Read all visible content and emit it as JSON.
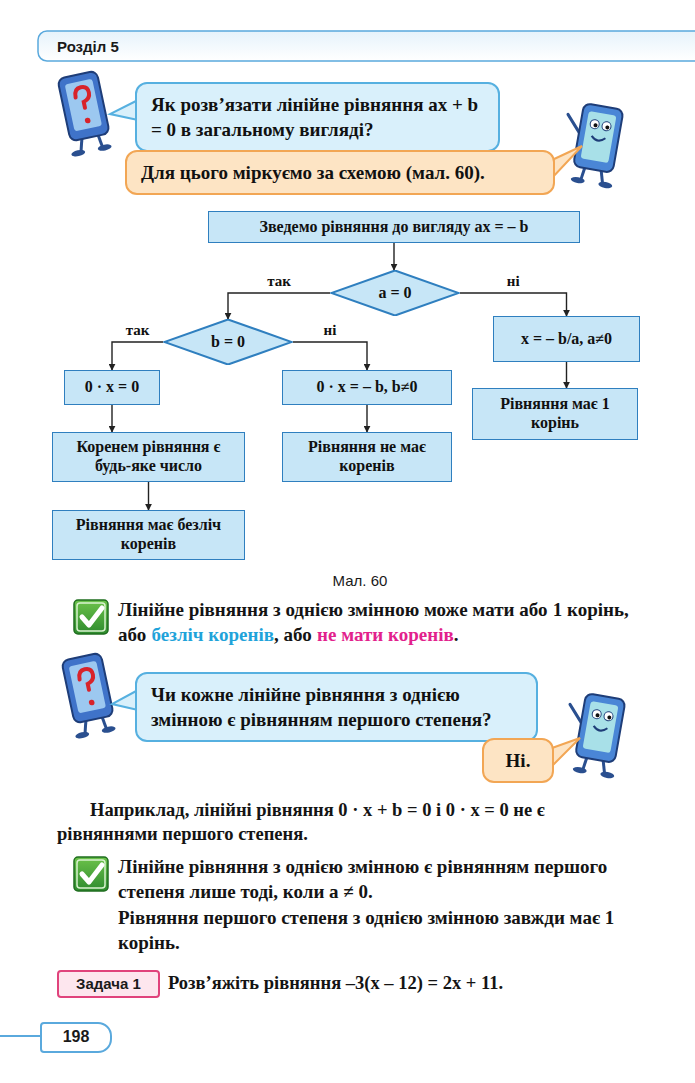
{
  "diagram": {
    "caption": "Мал. 60",
    "nodes": [
      {
        "text": [
          "Як розв’язати лінійне рівняння ax + b = 0 в загальному вигляді?"
        ]
      },
      {
        "text": [
          "Для цього міркуємо за схемою (мал. 60)."
        ]
      },
      {
        "text": [
          "Зведемо рівняння до вигляду ax = – b"
        ]
      },
      {
        "text": [
          "a = 0"
        ]
      },
      {
        "text": [
          "b = 0"
        ]
      },
      {
        "text": [
          "x = – b/a, a≠0"
        ]
      },
      {
        "text": [
          "0 · x = 0"
        ]
      },
      {
        "text": [
          "0 · x = – b, b≠0"
        ]
      },
      {
        "text": [
          "Рівняння має 1 корінь"
        ]
      },
      {
        "text": [
          "Коренем рівняння є будь-яке число"
        ]
      },
      {
        "text": [
          "Рівняння не має коренів"
        ]
      },
      {
        "text": [
          "Рівняння має безліч коренів"
        ]
      },
      {
        "text": [
          "Чи кожне лінійне рівняння з однією змінною є рівнянням першого степеня?"
        ]
      },
      {
        "text": [
          "Ні."
        ]
      },
      {
        "text": [
          "Задача 1"
        ]
      },
      {
        "text": [
          "198"
        ]
      }
    ],
    "edges": [
      {
        "from": 2,
        "to": 3,
        "arrow": "to"
      },
      {
        "from": 3,
        "to": 4,
        "label": "так",
        "arrow": "to"
      },
      {
        "from": 3,
        "to": 5,
        "label": "ні",
        "arrow": "to"
      },
      {
        "from": 4,
        "to": 6,
        "label": "так",
        "arrow": "to"
      },
      {
        "from": 4,
        "to": 7,
        "label": "ні",
        "arrow": "to"
      },
      {
        "from": 5,
        "to": 8,
        "arrow": "to"
      },
      {
        "from": 6,
        "to": 9,
        "arrow": "to"
      },
      {
        "from": 7,
        "to": 10,
        "arrow": "to"
      },
      {
        "from": 9,
        "to": 11,
        "arrow": "to"
      }
    ],
    "labels": [
      "Розділ 5",
      "Лінійне рівняння з однією змінною може мати або",
      "1 корінь",
      ", або",
      "безліч коренів",
      ", або",
      "не мати коренів",
      ".",
      "Наприклад, лінійні рівняння 0 · x + b = 0 і 0 · x = 0 не є рівняннями першого степеня.",
      "Лінійне рівняння з однією змінною є рівнянням першого степеня лише тоді, коли a ≠ 0.",
      "Рівняння першого степеня з однією змінною завжди має 1 корінь.",
      "Розв’яжіть рівняння –3(x – 12) = 2x + 11."
    ]
  }
}
